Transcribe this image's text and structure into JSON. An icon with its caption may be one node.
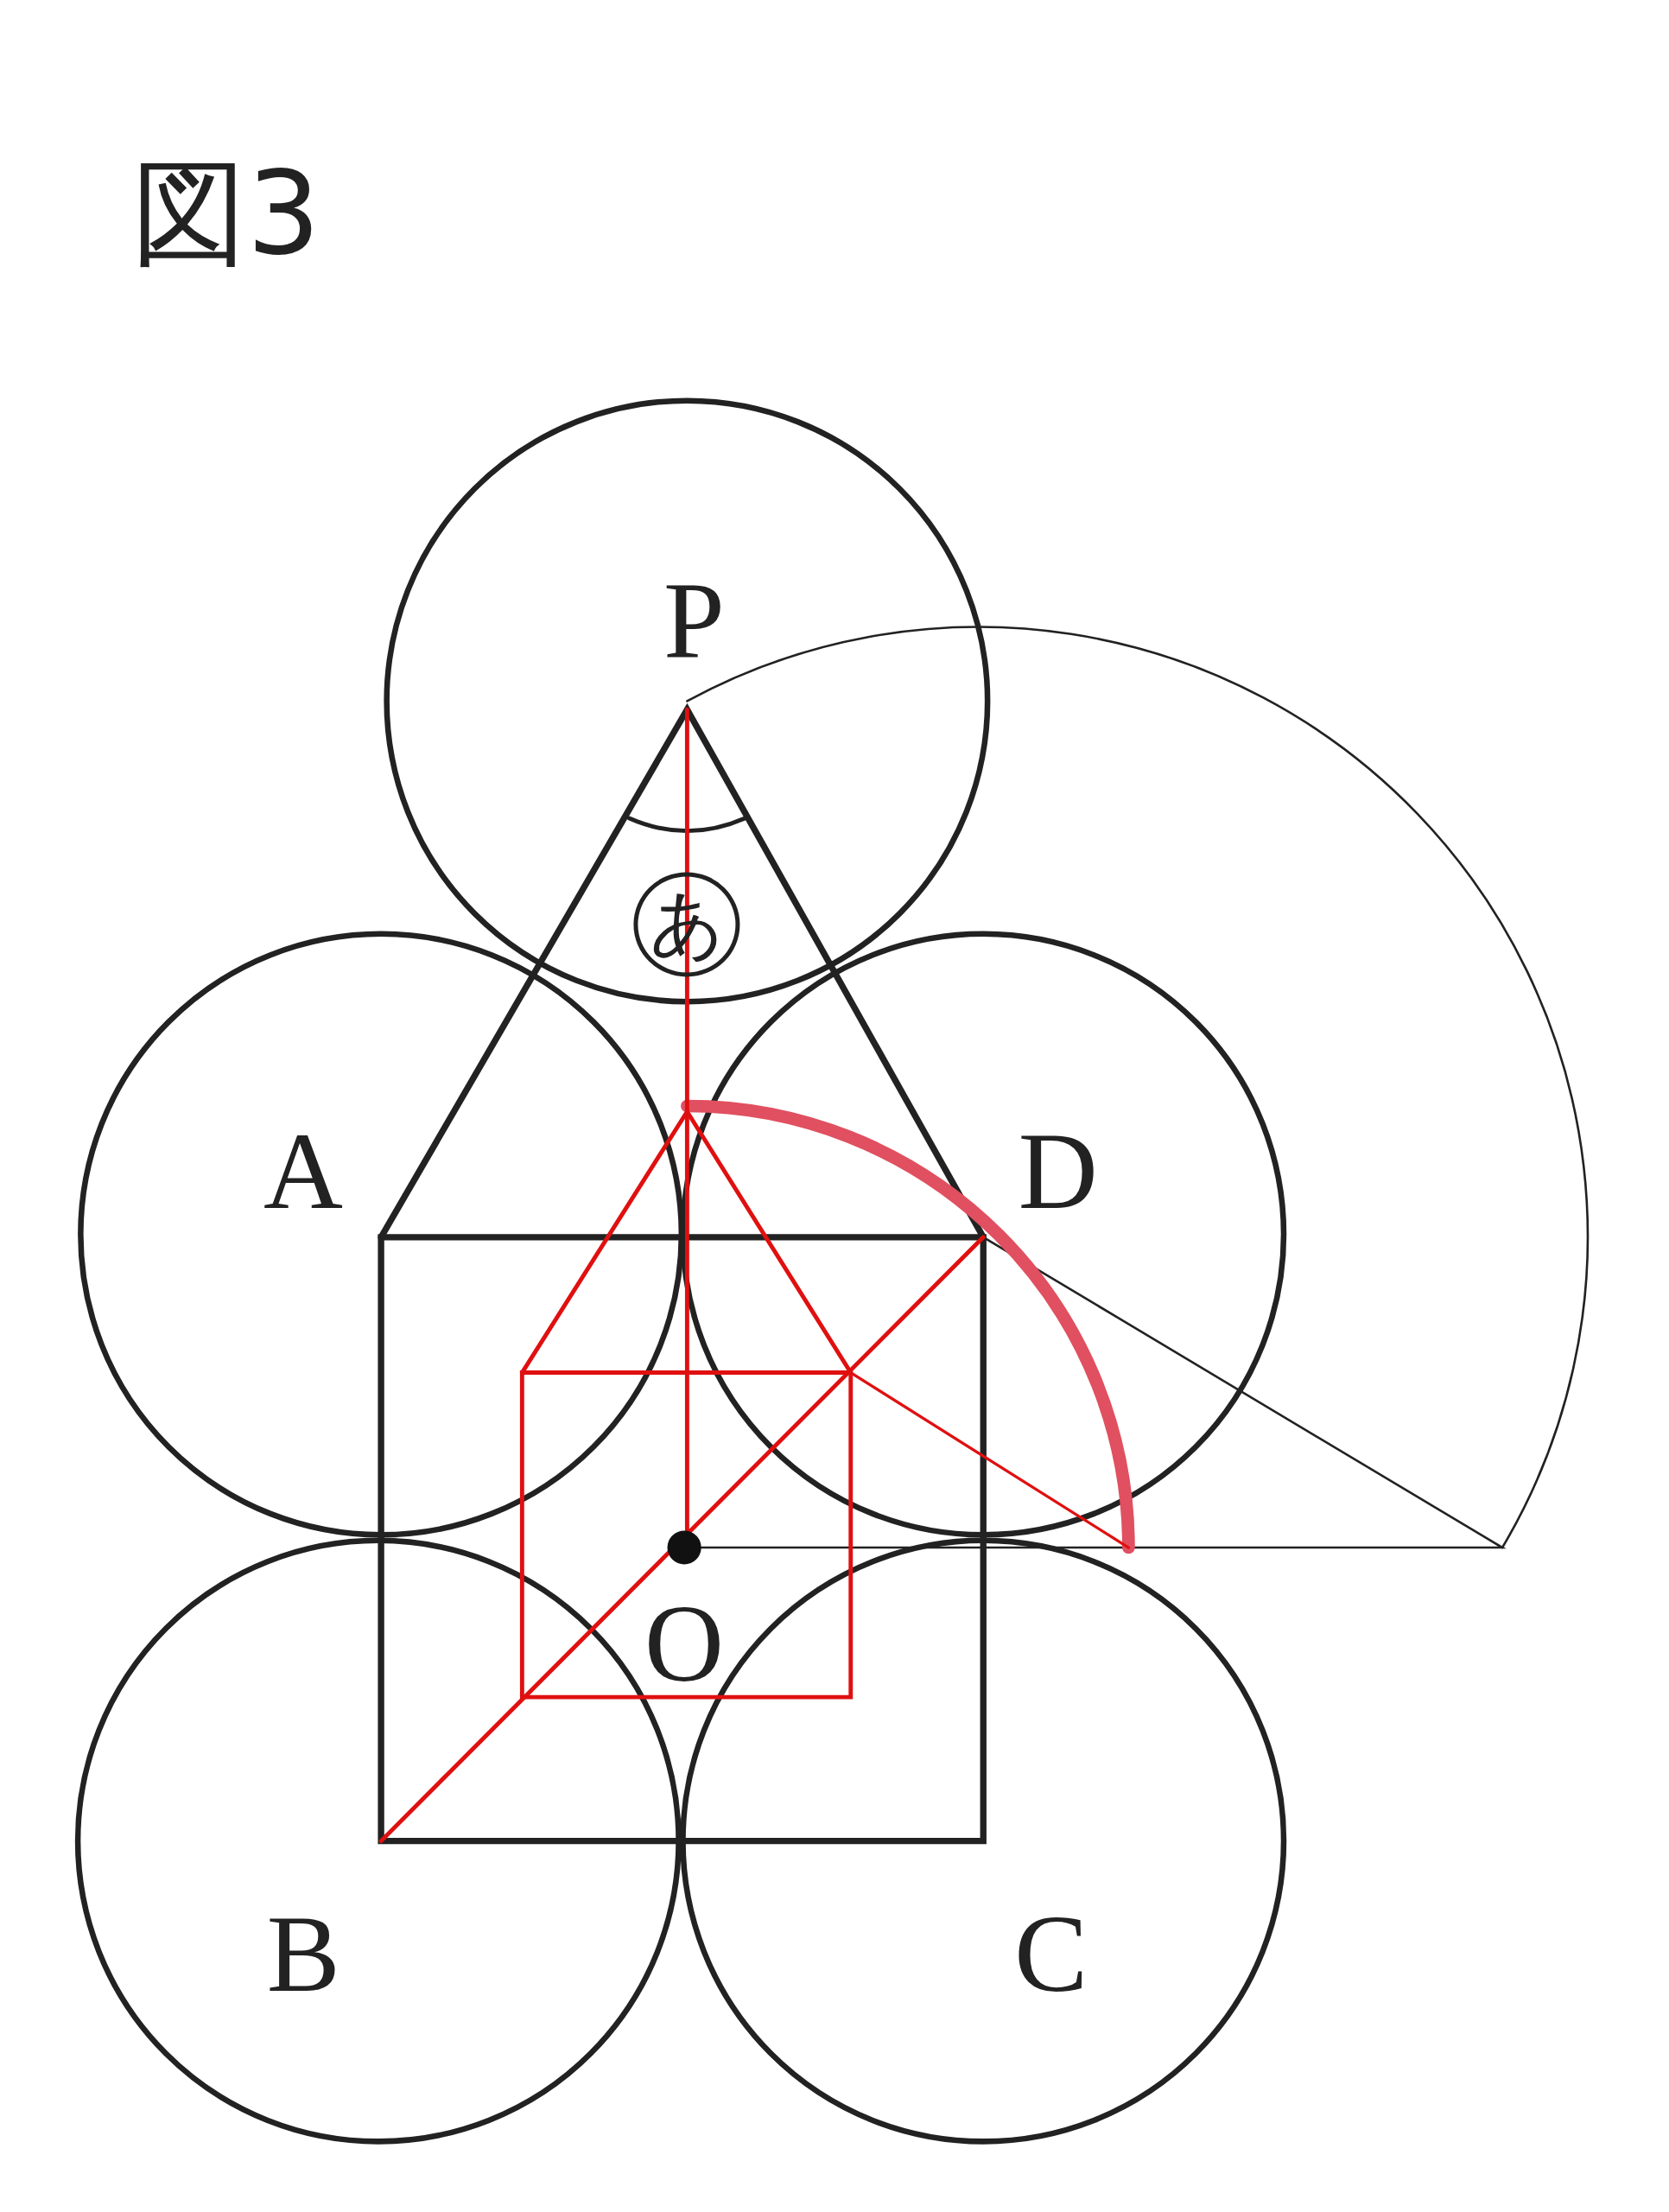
{
  "diagram": {
    "title": "図3",
    "labels": [
      "P",
      "あ",
      "A",
      "D",
      "O",
      "B",
      "C"
    ]
  }
}
